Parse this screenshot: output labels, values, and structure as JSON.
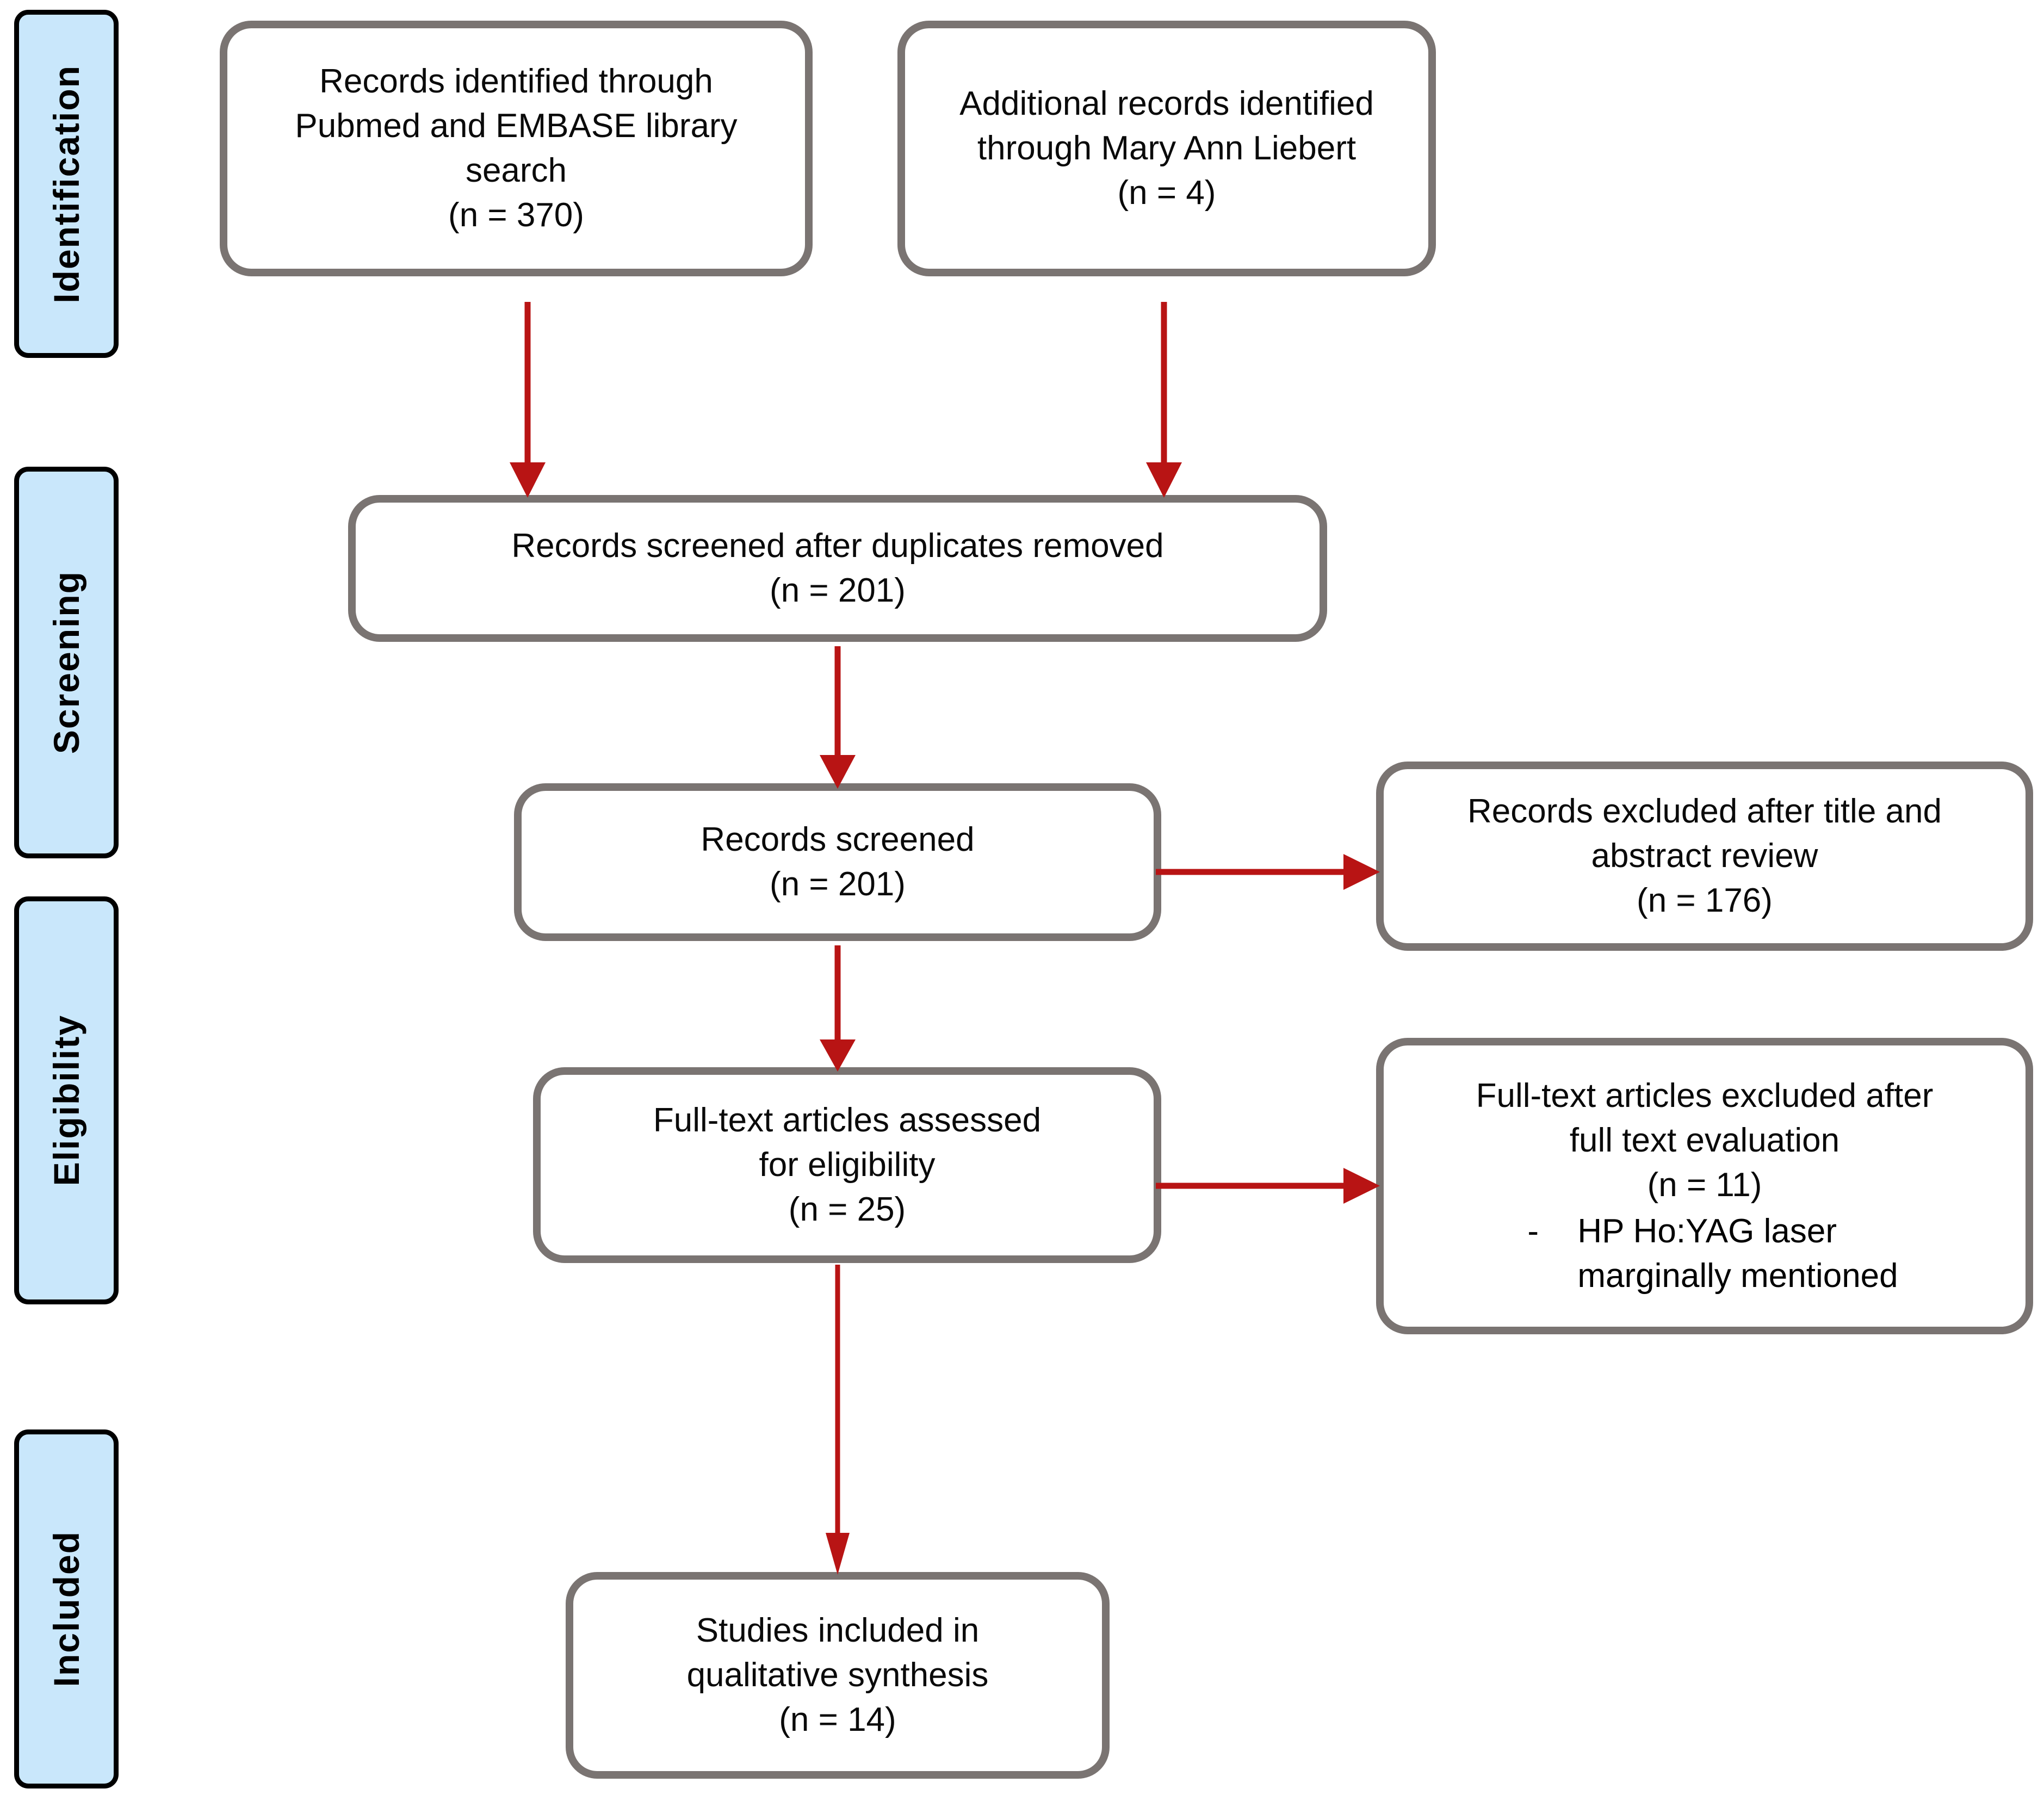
{
  "diagram": {
    "type": "prisma-flow-diagram",
    "accent_colors": {
      "stage_fill": "#c9e7fb",
      "stage_border": "#000000",
      "box_border": "#7a7472",
      "box_fill": "#ffffff",
      "arrow": "#b81414",
      "text": "#0a0a0a"
    },
    "stages": [
      {
        "id": "identification",
        "label": "Identification"
      },
      {
        "id": "screening",
        "label": "Screening"
      },
      {
        "id": "eligibility",
        "label": "Eligibility"
      },
      {
        "id": "included",
        "label": "Included"
      }
    ],
    "boxes": [
      {
        "id": "records-identified-databases",
        "stage": "identification",
        "text": "Records identified through\nPubmed and EMBASE library\nsearch\n(n = 370)",
        "count": 370
      },
      {
        "id": "additional-records",
        "stage": "identification",
        "text": "Additional records identified\nthrough Mary Ann Liebert\n(n = 4)",
        "count": 4
      },
      {
        "id": "records-after-duplicates",
        "stage": "screening",
        "text": "Records screened after duplicates removed\n(n = 201)",
        "count": 201
      },
      {
        "id": "records-screened",
        "stage": "screening",
        "text": "Records screened\n(n = 201)",
        "count": 201
      },
      {
        "id": "records-excluded",
        "stage": "screening",
        "text": "Records excluded after title and\nabstract review\n(n = 176)",
        "count": 176
      },
      {
        "id": "fulltext-assessed",
        "stage": "eligibility",
        "text": "Full-text articles assessed\nfor eligibility\n(n = 25)",
        "count": 25
      },
      {
        "id": "fulltext-excluded",
        "stage": "eligibility",
        "text": "Full-text articles excluded after\nfull text evaluation\n(n = 11)",
        "count": 11,
        "bullet_dash": "-",
        "bullet_text": "HP Ho:YAG laser\nmarginally mentioned"
      },
      {
        "id": "studies-included",
        "stage": "included",
        "text": "Studies included in\nqualitative synthesis\n(n = 14)",
        "count": 14
      }
    ],
    "arrows": [
      {
        "id": "identified-to-dedup",
        "from": "records-identified-databases",
        "to": "records-after-duplicates",
        "direction": "down"
      },
      {
        "id": "additional-to-dedup",
        "from": "additional-records",
        "to": "records-after-duplicates",
        "direction": "down"
      },
      {
        "id": "dedup-to-screened",
        "from": "records-after-duplicates",
        "to": "records-screened",
        "direction": "down"
      },
      {
        "id": "screened-to-excluded",
        "from": "records-screened",
        "to": "records-excluded",
        "direction": "right"
      },
      {
        "id": "screened-to-fulltext",
        "from": "records-screened",
        "to": "fulltext-assessed",
        "direction": "down"
      },
      {
        "id": "fulltext-to-excluded",
        "from": "fulltext-assessed",
        "to": "fulltext-excluded",
        "direction": "right"
      },
      {
        "id": "fulltext-to-included",
        "from": "fulltext-assessed",
        "to": "studies-included",
        "direction": "down"
      }
    ]
  }
}
